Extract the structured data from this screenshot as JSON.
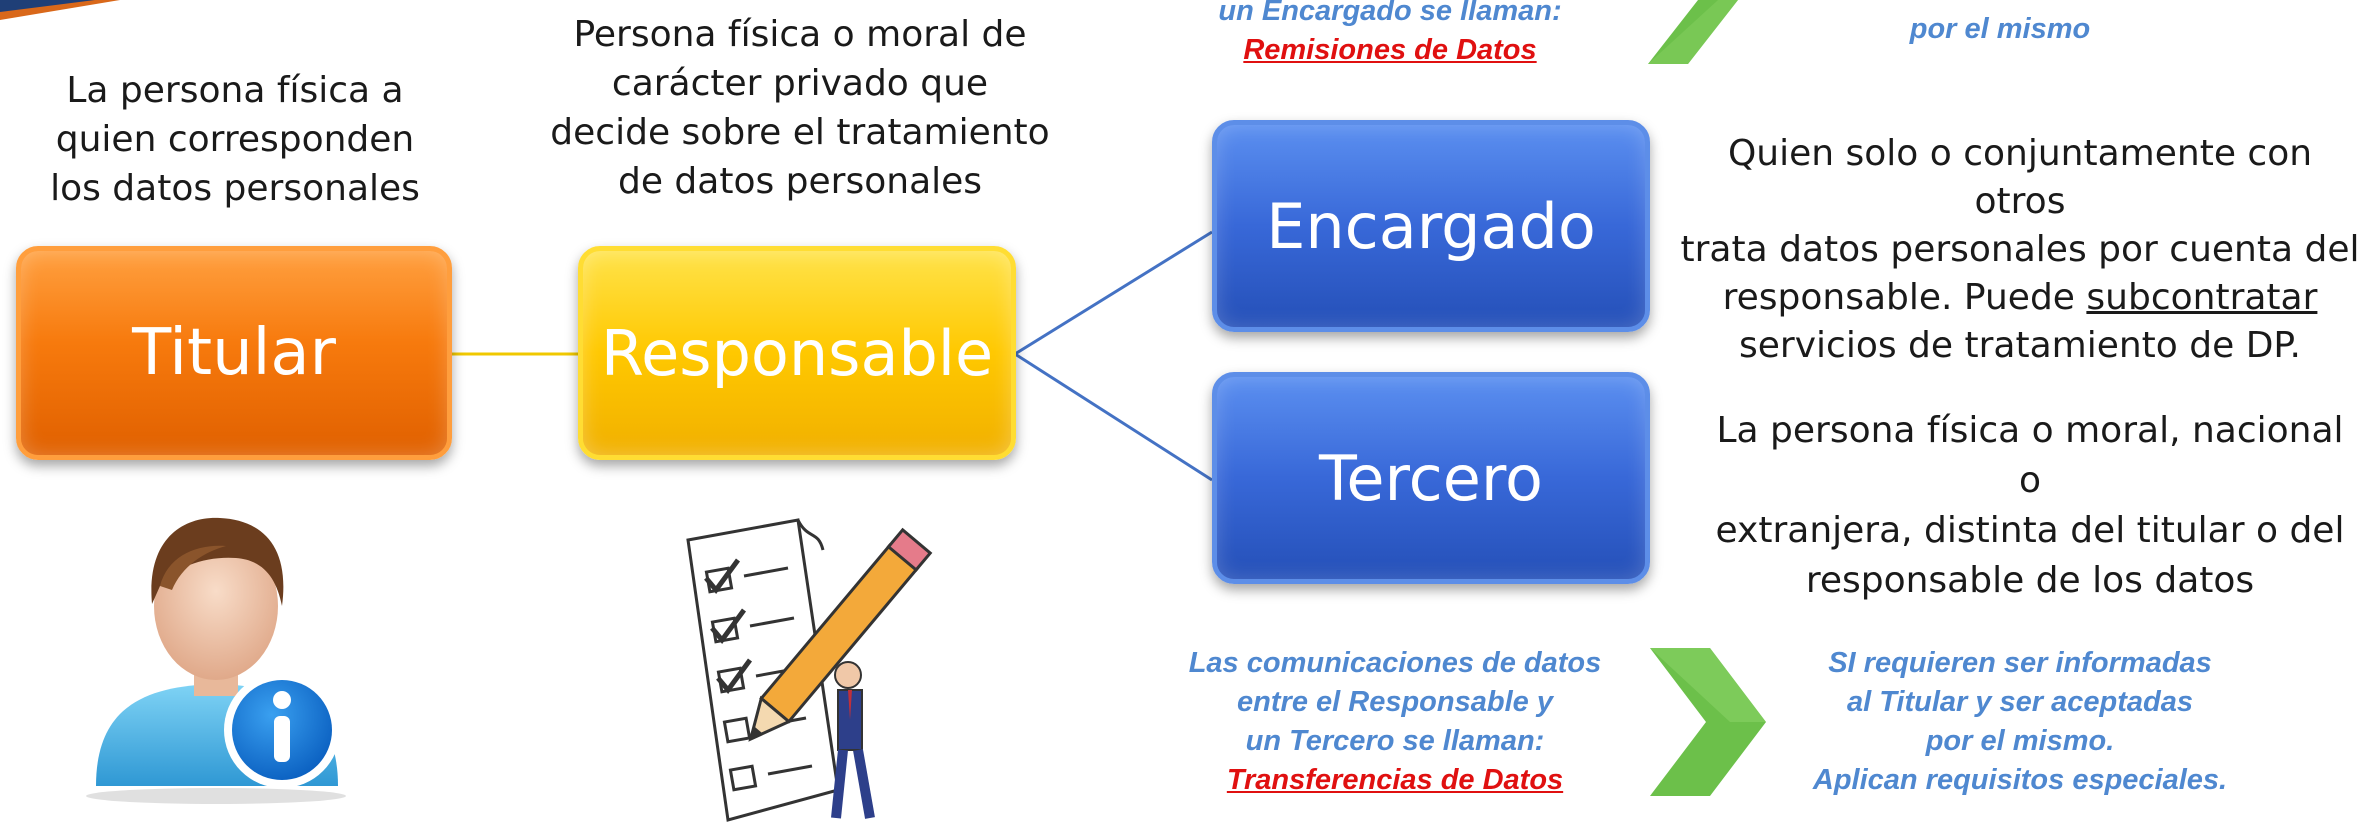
{
  "titular": {
    "label": "Titular",
    "description": [
      "La persona física a",
      "quien corresponden",
      "los datos personales"
    ]
  },
  "responsable": {
    "label": "Responsable",
    "description": [
      "Persona física o moral de",
      "carácter privado que",
      "decide sobre el tratamiento",
      "de datos personales"
    ]
  },
  "encargado": {
    "label": "Encargado",
    "description_line1": "Quien solo o conjuntamente con otros",
    "description_line2": "trata datos personales por cuenta del",
    "description_line3_before": "responsable. Puede ",
    "description_line3_underlined": "subcontratar",
    "description_line4": "servicios de tratamiento de DP."
  },
  "tercero": {
    "label": "Tercero",
    "description": [
      "La persona física o moral, nacional o",
      "extranjera, distinta del titular o del",
      "responsable de los datos"
    ]
  },
  "top_note": {
    "left_line1": "un Encargado se llaman:",
    "left_line2": "Remisiones de Datos",
    "right_line1": "por el mismo"
  },
  "bottom_note": {
    "left": [
      "Las comunicaciones de datos",
      "entre el Responsable y",
      "un Tercero se llaman:"
    ],
    "left_emphasis": "Transferencias de Datos",
    "right": [
      "SI requieren ser informadas",
      "al Titular y ser aceptadas",
      "por el mismo.",
      "Aplican requisitos especiales."
    ]
  },
  "colors": {
    "titular_box": "#f77a0d",
    "responsable_box": "#ffc800",
    "encargado_box": "#3868d8",
    "tercero_box": "#3868d8",
    "note_text": "#4f88d0",
    "emphasis_red": "#e01010",
    "chevron_green": "#6cc04a"
  },
  "icons": [
    "user-info-icon",
    "checklist-pencil-illustration",
    "chevron-right-icon"
  ]
}
